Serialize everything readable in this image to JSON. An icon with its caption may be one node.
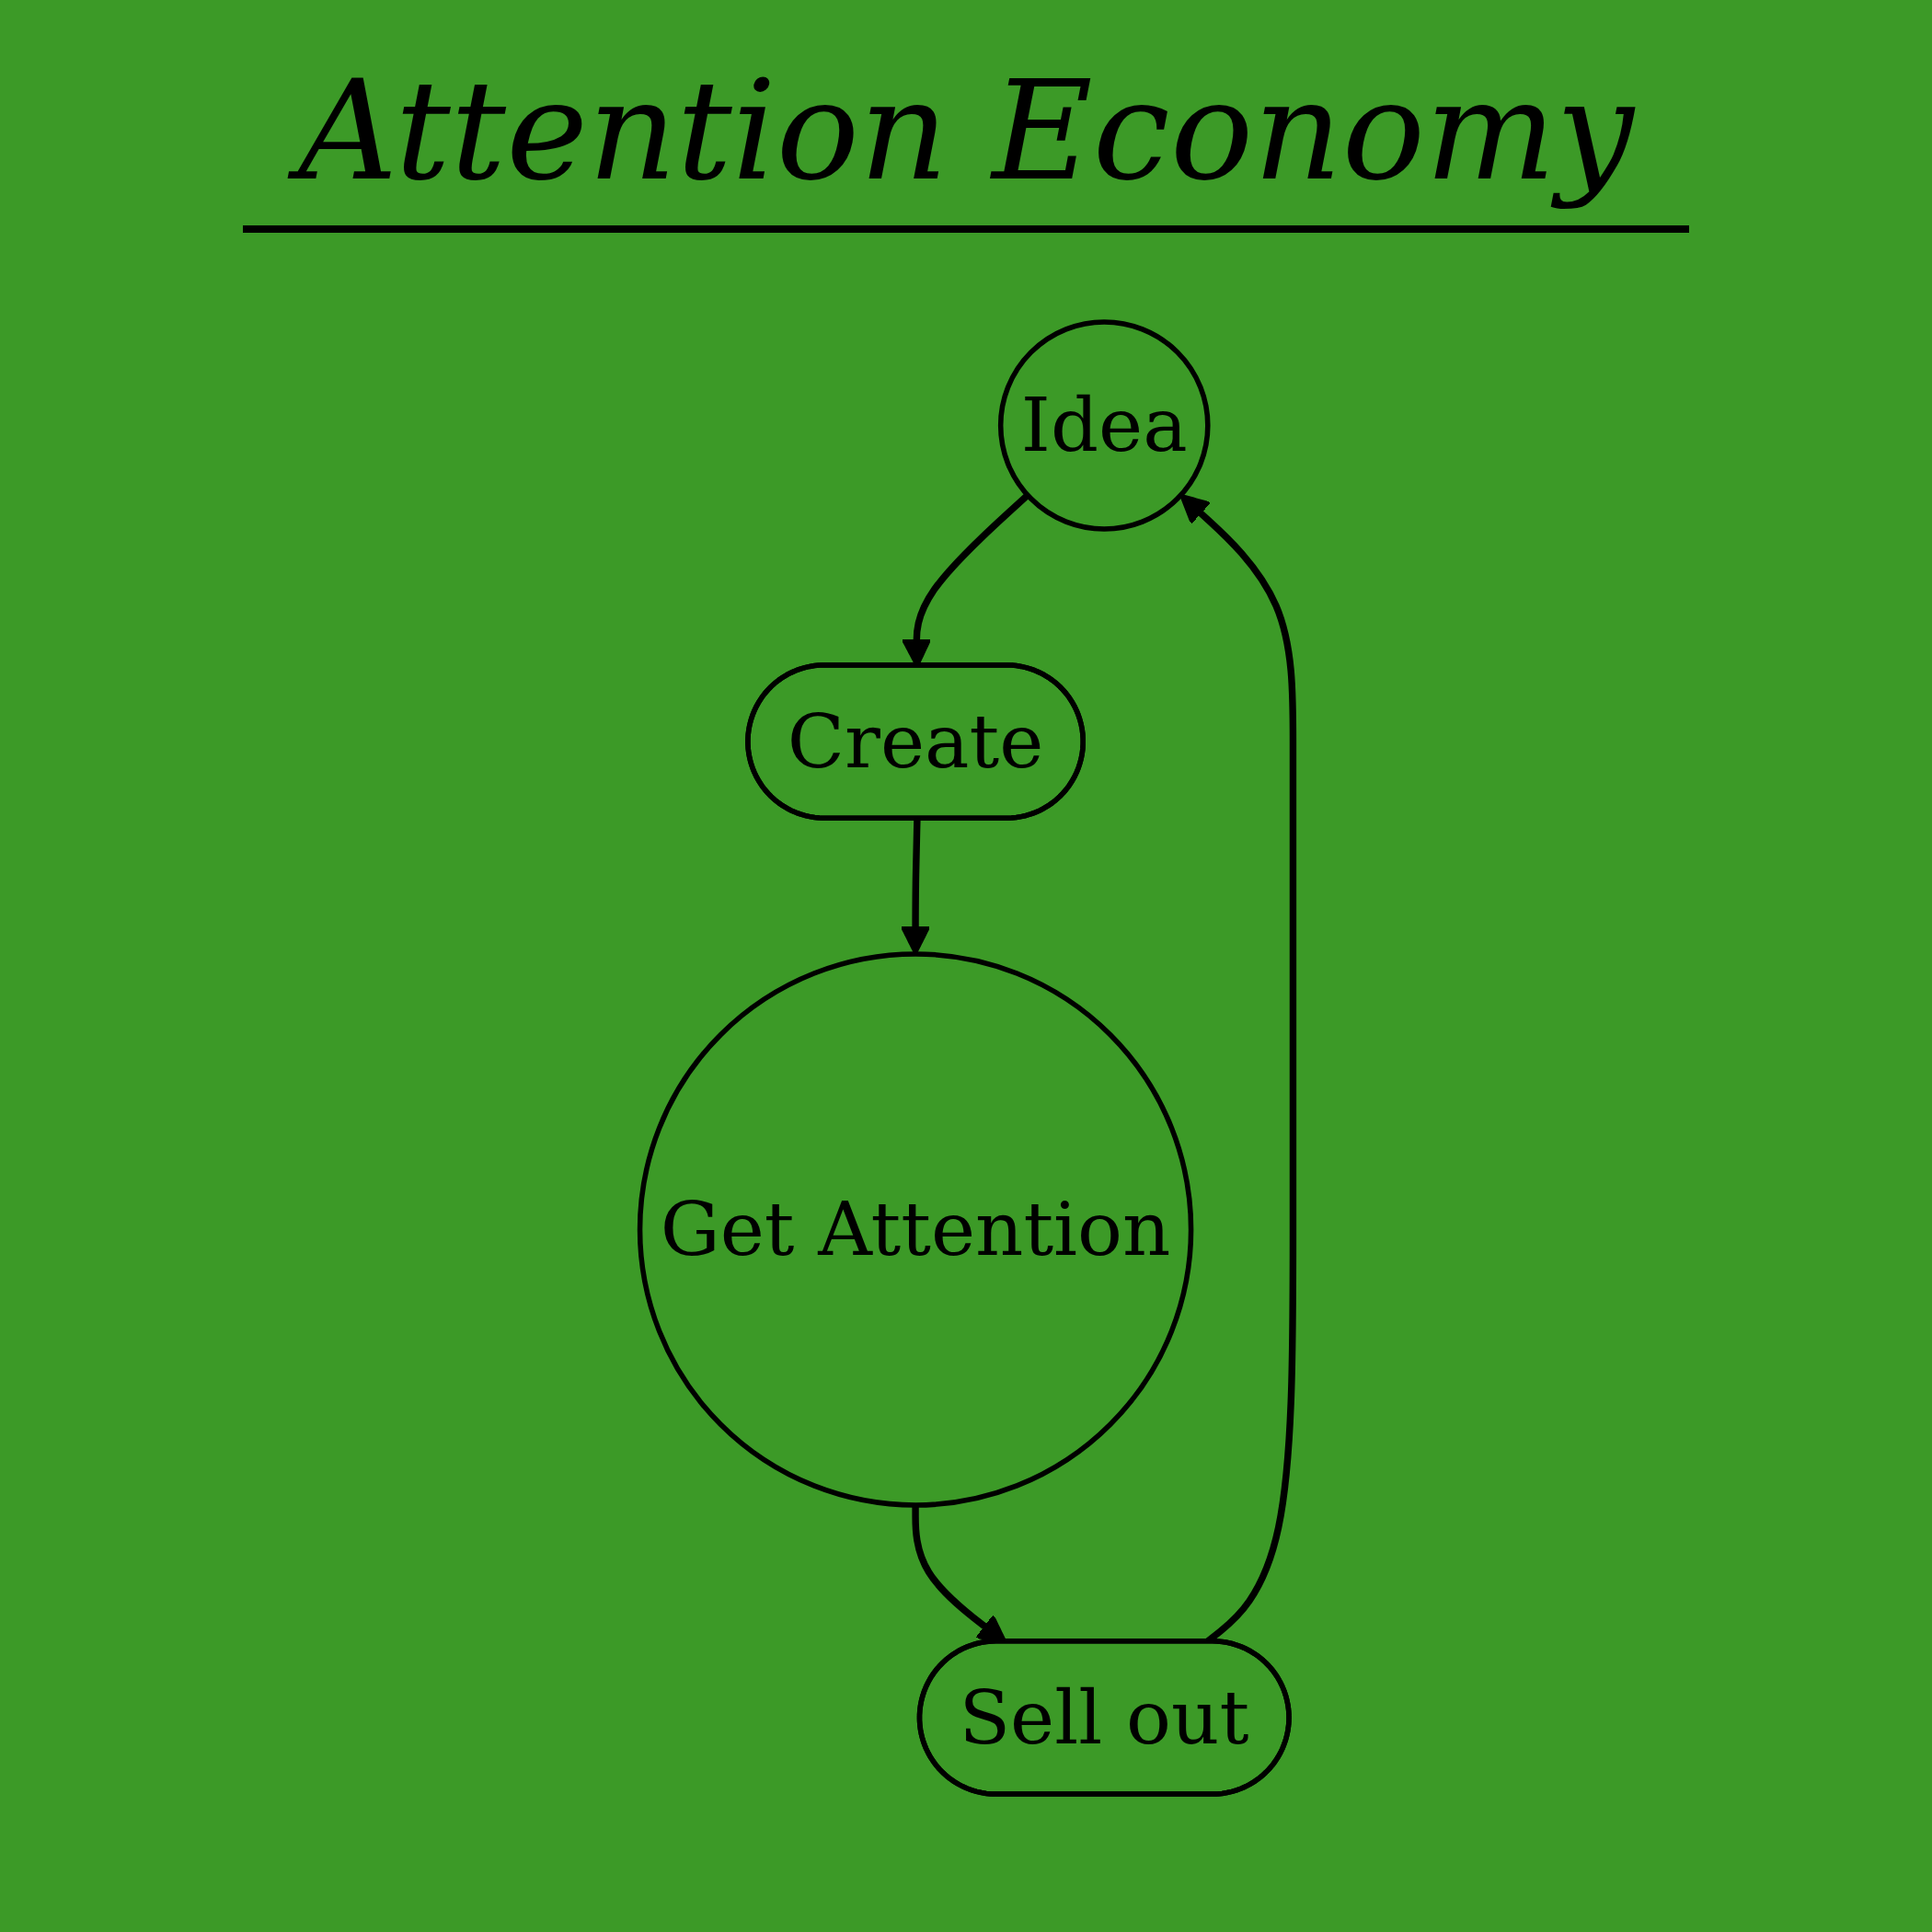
{
  "diagram": {
    "title": "Attention Economy",
    "nodes": [
      {
        "text": [
          "Idea"
        ]
      },
      {
        "text": [
          "Create"
        ]
      },
      {
        "text": [
          "Get Attention"
        ]
      },
      {
        "text": [
          "Sell out"
        ]
      }
    ],
    "edges": [
      {
        "from": 0,
        "to": 1,
        "arrow": "to"
      },
      {
        "from": 1,
        "to": 2,
        "arrow": "to"
      },
      {
        "from": 2,
        "to": 3,
        "arrow": "to"
      },
      {
        "from": 3,
        "to": 0,
        "arrow": "to"
      }
    ]
  }
}
